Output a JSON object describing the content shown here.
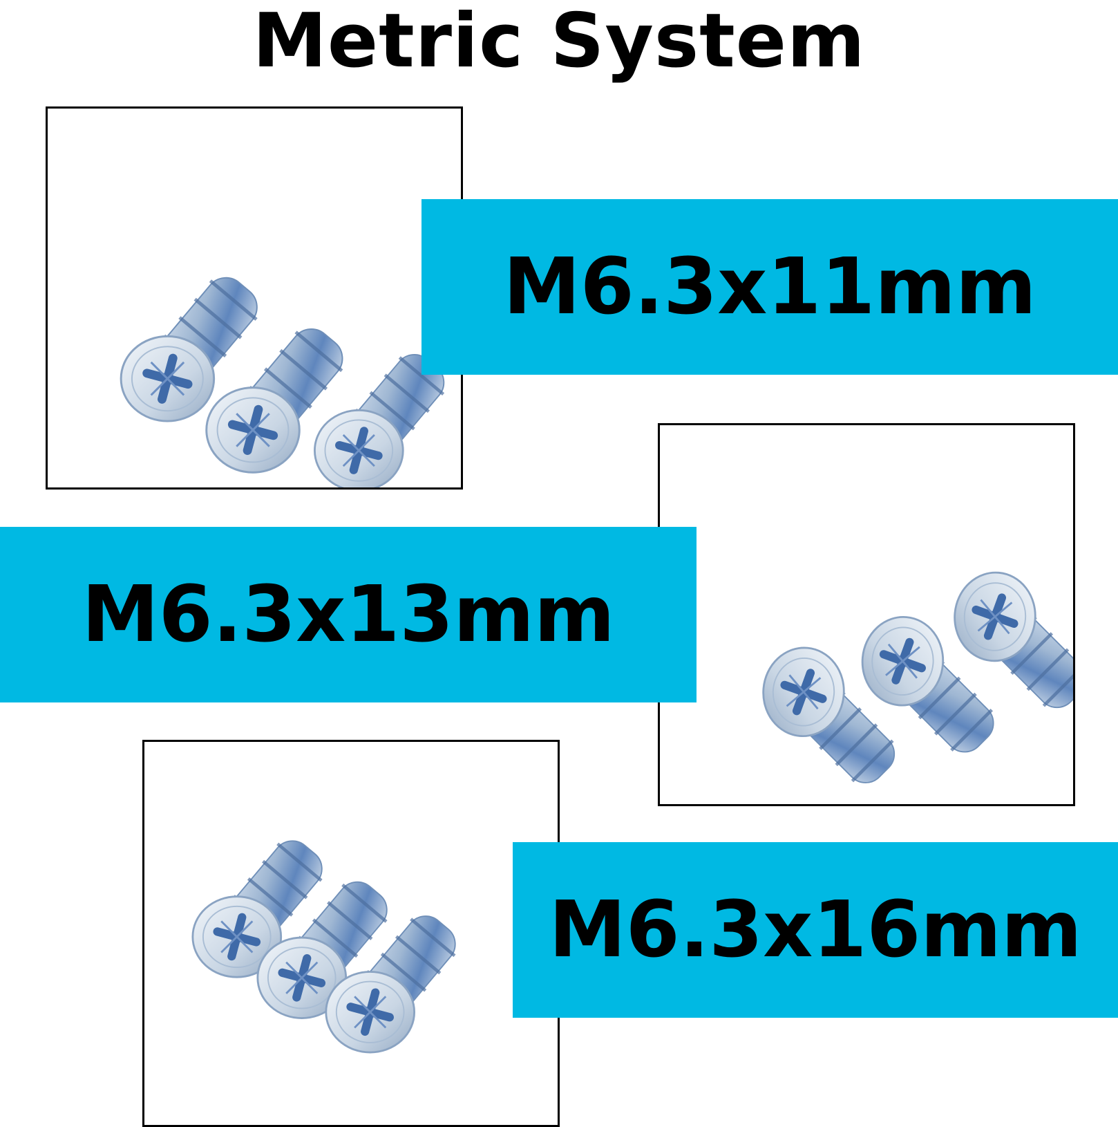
{
  "title": "Metric System",
  "accent_color": "#00b9e3",
  "products": [
    {
      "label": "M6.3x11mm",
      "image_icon": "screw-cluster-icon"
    },
    {
      "label": "M6.3x13mm",
      "image_icon": "screw-cluster-icon"
    },
    {
      "label": "M6.3x16mm",
      "image_icon": "screw-cluster-icon"
    }
  ]
}
